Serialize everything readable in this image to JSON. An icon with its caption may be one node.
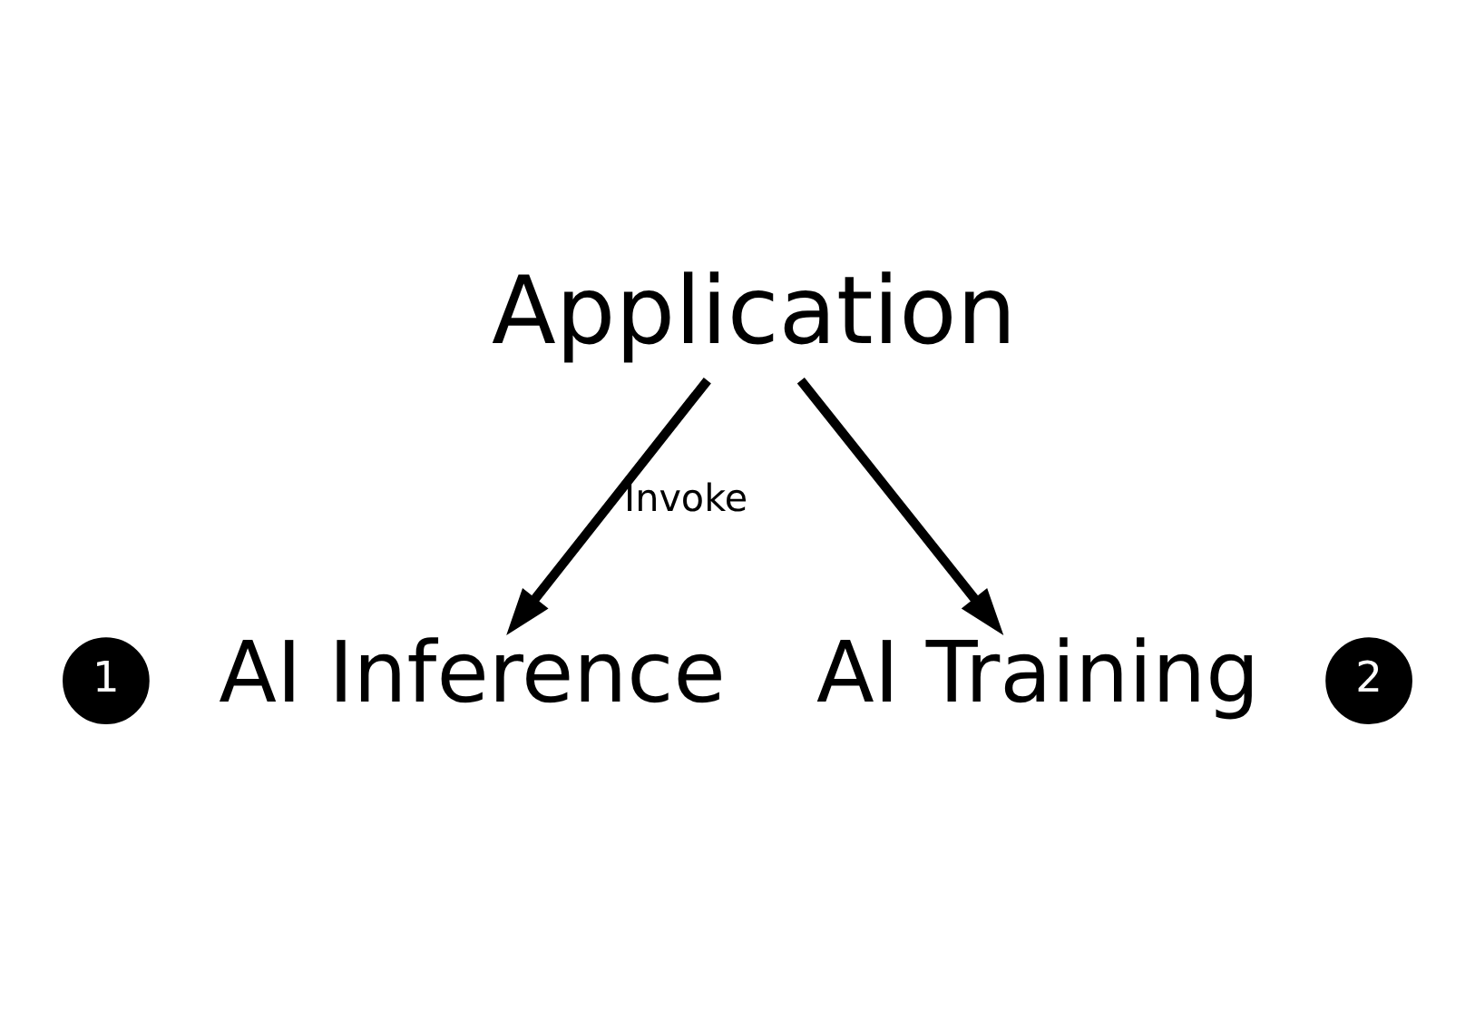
{
  "diagram": {
    "nodes": [
      {
        "text": [
          "Application"
        ]
      },
      {
        "text": [
          "AI Inference"
        ],
        "beside": [
          "1"
        ]
      },
      {
        "text": [
          "AI Training"
        ],
        "beside": [
          "2"
        ]
      }
    ],
    "edges": [
      {
        "from": 0,
        "to": 1,
        "arrow": "to",
        "label": "Invoke"
      },
      {
        "from": 0,
        "to": 2,
        "arrow": "to"
      }
    ]
  }
}
